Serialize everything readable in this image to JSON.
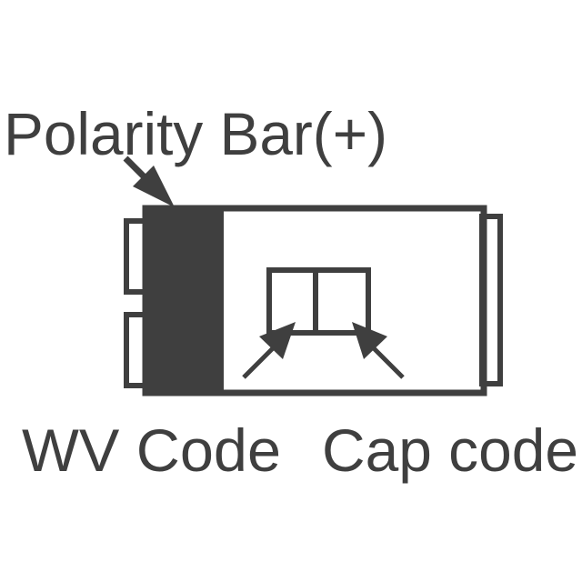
{
  "labels": {
    "polarity": "Polarity Bar(+)",
    "wv_code": "WV Code",
    "cap_code": "Cap code"
  },
  "colors": {
    "ink": "#3f3f3f",
    "background": "#ffffff"
  }
}
